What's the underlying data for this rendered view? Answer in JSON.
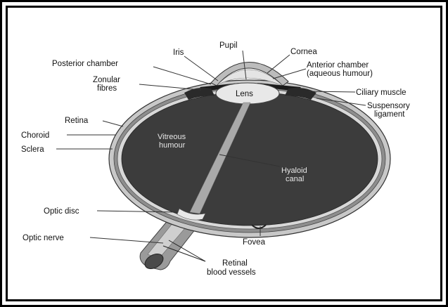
{
  "diagram": {
    "labels": {
      "pupil": "Pupil",
      "iris": "Iris",
      "cornea": "Cornea",
      "posterior_chamber": "Posterior chamber",
      "anterior_chamber_1": "Anterior chamber",
      "anterior_chamber_2": "(aqueous humour)",
      "zonular_fibres_1": "Zonular",
      "zonular_fibres_2": "fibres",
      "lens": "Lens",
      "ciliary_muscle": "Ciliary muscle",
      "suspensory_ligament_1": "Suspensory",
      "suspensory_ligament_2": "ligament",
      "retina": "Retina",
      "choroid": "Choroid",
      "sclera": "Sclera",
      "vitreous_humour_1": "Vitreous",
      "vitreous_humour_2": "humour",
      "hyaloid_canal_1": "Hyaloid",
      "hyaloid_canal_2": "canal",
      "optic_disc": "Optic disc",
      "optic_nerve": "Optic nerve",
      "fovea": "Fovea",
      "retinal_vessels_1": "Retinal",
      "retinal_vessels_2": "blood vessels"
    }
  }
}
